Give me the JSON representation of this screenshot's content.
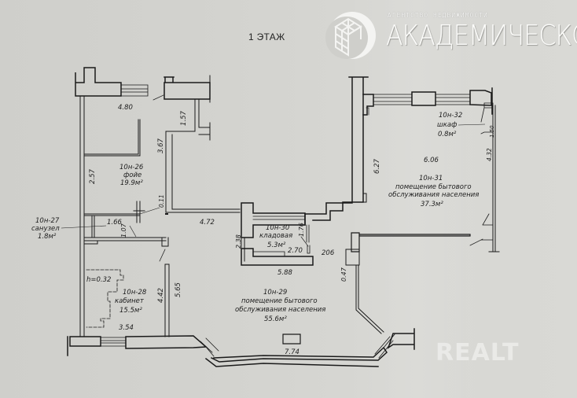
{
  "header": {
    "floor_title": "1 ЭТАЖ"
  },
  "logo": {
    "subtitle": "АГЕНТСТВО НЕДВИЖИМОСТИ",
    "name": "АКАДЕМИЧЕСКОЕ",
    "icon": "cube-logo-icon"
  },
  "watermark": {
    "text": "REALT"
  },
  "rooms": [
    {
      "id": "10н-26",
      "name": "фойе",
      "area": "19.9м²"
    },
    {
      "id": "10н-27",
      "name": "санузел",
      "area": "1.8м²"
    },
    {
      "id": "10н-28",
      "name": "кабинет",
      "area": "15.5м²"
    },
    {
      "id": "10н-29",
      "name": "помещение бытового",
      "name2": "обслуживания населения",
      "area": "55.6м²"
    },
    {
      "id": "10н-30",
      "name": "кладовая",
      "area": "5.3м²"
    },
    {
      "id": "10н-31",
      "name": "помещение бытового",
      "name2": "обслуживания населения",
      "area": "37.3м²"
    },
    {
      "id": "10н-32",
      "name": "шкаф",
      "area": "0.8м²"
    }
  ],
  "dimensions": {
    "d480": "4.80",
    "d157": "1.57",
    "d367": "3.67",
    "d257": "2.57",
    "d011": "0.11",
    "d166": "1.66",
    "d107": "1.07",
    "d472": "4.72",
    "d238": "2.38",
    "d176": "1.76",
    "d270": "2.70",
    "d588": "5.88",
    "d206": "206",
    "d047": "0.47",
    "d442": "4.42",
    "d565": "5.65",
    "d354": "3.54",
    "d774": "7.74",
    "d627": "6.27",
    "d606": "6.06",
    "d150": "1.50",
    "d432": "4.32",
    "h032": "h=0.32"
  }
}
